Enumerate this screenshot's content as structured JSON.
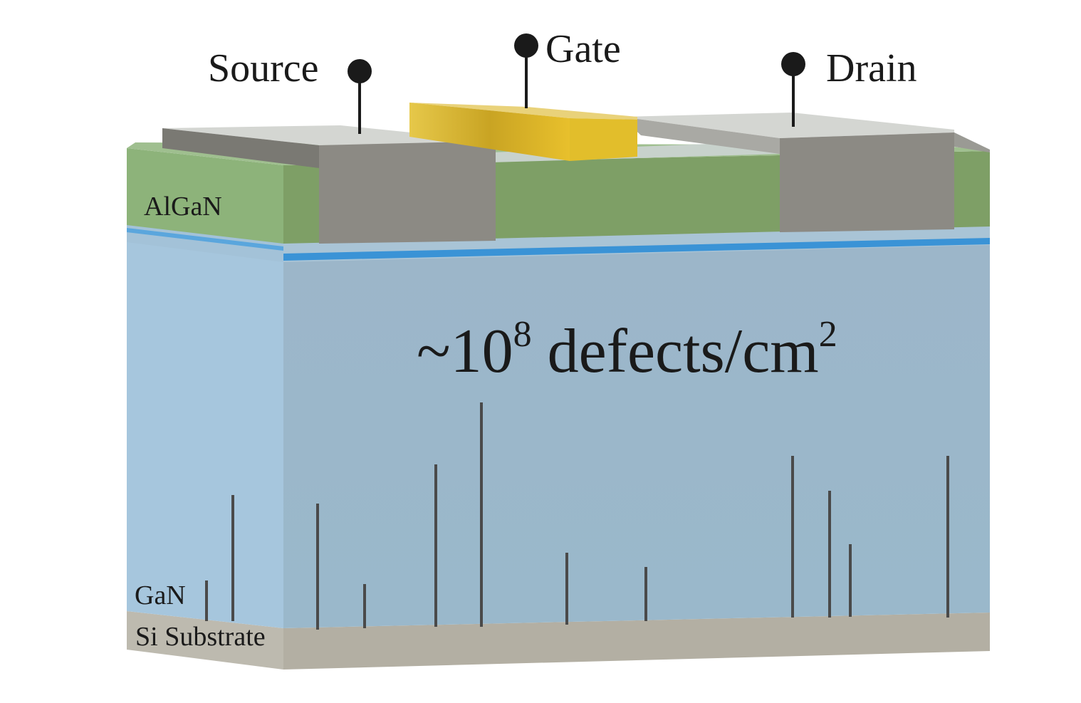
{
  "labels": {
    "source": "Source",
    "gate": "Gate",
    "drain": "Drain",
    "algan": "AlGaN",
    "gan": "GaN",
    "substrate": "Si Substrate",
    "defect_prefix": "~10",
    "defect_exp": "8",
    "defect_unit": " defects/cm",
    "defect_unit_exp": "2"
  },
  "colors": {
    "algan_front": "#7e9f66",
    "algan_side": "#8db37a",
    "contact_metal": "#8c8a84",
    "contact_top": "#d4d6d2",
    "gate_metal": "#e2be2b",
    "gan_bulk": "#9db7c9",
    "gan_side": "#a6c6dd",
    "channel_2deg": "#3a93d6",
    "substrate": "#b3afa3",
    "dislocation": "#4a4a4a",
    "pin": "#1a1a1a"
  }
}
